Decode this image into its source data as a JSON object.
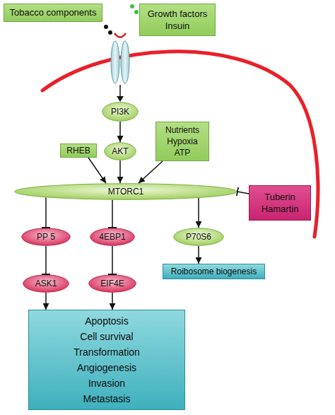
{
  "diagram": {
    "nodes": [
      {
        "text": [
          "Tobacco components"
        ]
      },
      {
        "text": [
          "Growth factors",
          "Insuin"
        ]
      },
      {
        "text": [
          "PI3K"
        ]
      },
      {
        "text": [
          "Nutrients",
          "Hypoxia",
          "ATP"
        ]
      },
      {
        "text": [
          "RHEB"
        ]
      },
      {
        "text": [
          "AKT"
        ]
      },
      {
        "text": [
          "MTORC1"
        ]
      },
      {
        "text": [
          "Tuberin",
          "Hamartin"
        ]
      },
      {
        "text": [
          "PP 5"
        ]
      },
      {
        "text": [
          "4EBP1"
        ]
      },
      {
        "text": [
          "P70S6"
        ]
      },
      {
        "text": [
          "ASK1"
        ]
      },
      {
        "text": [
          "EIF4E"
        ]
      },
      {
        "text": [
          "Roibosome biogenesis"
        ]
      },
      {
        "text": [
          "Apoptosis",
          "Cell survival",
          "Transformation",
          "Angiogenesis",
          "Invasion",
          "Metastasis"
        ]
      }
    ],
    "edges": [
      {
        "from": 2,
        "to": 5,
        "arrow": "to"
      },
      {
        "from": 4,
        "to": 6,
        "arrow": "to"
      },
      {
        "from": 5,
        "to": 6,
        "arrow": "to"
      },
      {
        "from": 3,
        "to": 6,
        "arrow": "to"
      },
      {
        "from": 7,
        "to": 6,
        "arrow": "to"
      },
      {
        "from": 6,
        "to": 8,
        "arrow": "to"
      },
      {
        "from": 6,
        "to": 9,
        "arrow": "to"
      },
      {
        "from": 6,
        "to": 10,
        "arrow": "to"
      },
      {
        "from": 8,
        "to": 11,
        "arrow": "to"
      },
      {
        "from": 9,
        "to": 12,
        "arrow": "to"
      },
      {
        "from": 10,
        "to": 13,
        "arrow": "to"
      },
      {
        "from": 11,
        "to": 14,
        "arrow": "to"
      },
      {
        "from": 12,
        "to": 14,
        "arrow": "to"
      }
    ]
  }
}
